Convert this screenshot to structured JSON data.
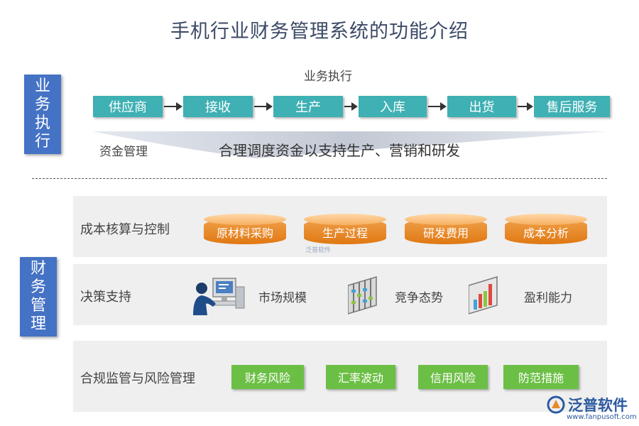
{
  "title": "手机行业财务管理系统的功能介绍",
  "business": {
    "side_label": [
      "业",
      "务",
      "执",
      "行"
    ],
    "flow_heading": "业务执行",
    "flow_steps": [
      "供应商",
      "接收",
      "生产",
      "入库",
      "出货",
      "售后服务"
    ],
    "fund_label": "资金管理",
    "fund_desc": "合理调度资金以支持生产、营销和研发"
  },
  "finance": {
    "side_label": [
      "财",
      "务",
      "管",
      "理"
    ],
    "cost": {
      "label": "成本核算与控制",
      "items": [
        "原材料采购",
        "生产过程",
        "研发费用",
        "成本分析"
      ]
    },
    "decision": {
      "label": "决策支持",
      "items": [
        "市场规模",
        "竞争态势",
        "盈利能力"
      ],
      "icons": [
        "computer-user-icon",
        "abacus-icon",
        "bar-chart-icon"
      ]
    },
    "compliance": {
      "label": "合规监管与风险管理",
      "items": [
        "财务风险",
        "汇率波动",
        "信用风险",
        "防范措施"
      ]
    }
  },
  "watermark": {
    "small": "泛普软件",
    "logo_text": "泛普软件",
    "logo_url": "www.fanpusoft.com"
  },
  "colors": {
    "side_label": "#4472c4",
    "flow_box": "#3fb0b4",
    "cylinder": "#e88a2a",
    "green_button": "#6cbf45",
    "panel": "#efefef"
  }
}
